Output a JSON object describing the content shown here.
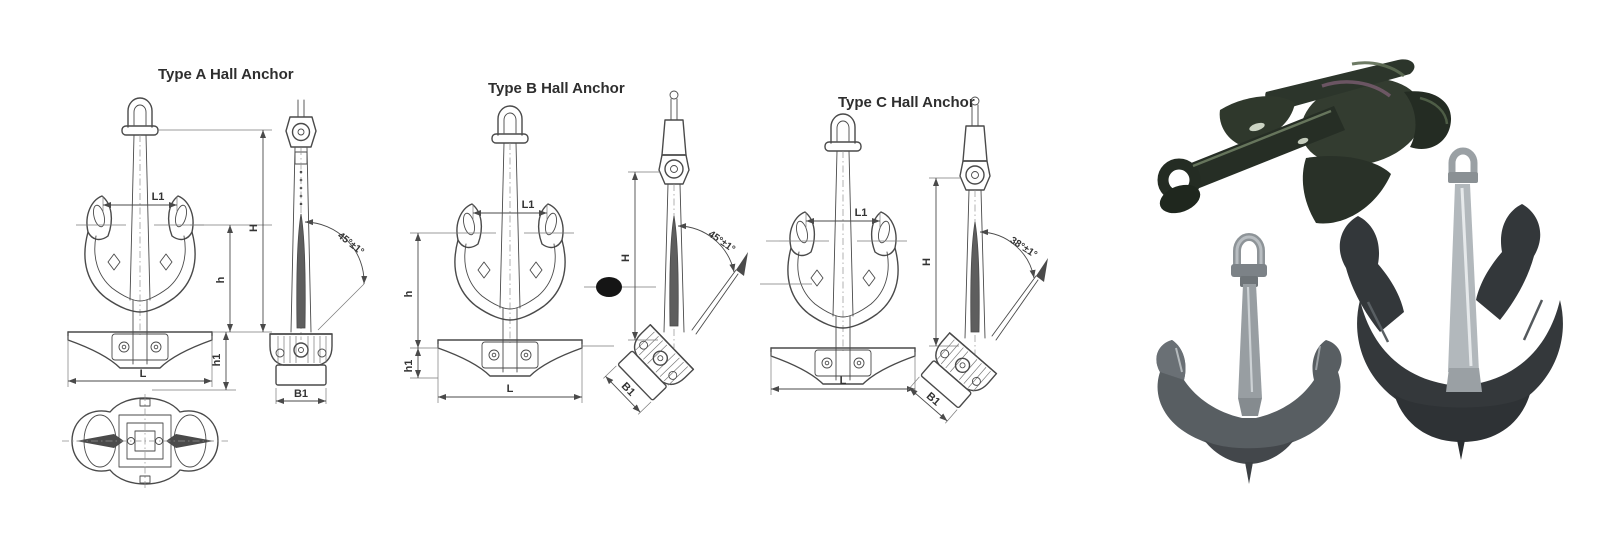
{
  "page": {
    "background": "#ffffff"
  },
  "style": {
    "line_color": "#4a4a4a",
    "label_color": "#333333",
    "title_color": "#2e2e2e"
  },
  "drawings": [
    {
      "title": "Type A Hall Anchor",
      "front": {
        "L1": "L1",
        "H": "H",
        "h": "h",
        "h1": "h1",
        "L": "L"
      },
      "side": {
        "angle": "45°±1°",
        "B1": "B1"
      }
    },
    {
      "title": "Type B Hall Anchor",
      "front": {
        "L1": "L1",
        "h": "h",
        "h1": "h1",
        "L": "L"
      },
      "side": {
        "H": "H",
        "angle": "45°±1°",
        "B1": "B1"
      }
    },
    {
      "title": "Type C Hall Anchor",
      "front": {
        "L1": "L1",
        "L": "L"
      },
      "side": {
        "H": "H",
        "angle": "38°±1°",
        "B1": "B1"
      }
    }
  ],
  "photos": [
    {
      "name": "hall-anchor-photo-lying",
      "dominant_color": "#2e362b"
    },
    {
      "name": "hall-anchor-photo-standing-small",
      "dominant_color": "#8f959a"
    },
    {
      "name": "hall-anchor-photo-standing-large",
      "dominant_color": "#36393c"
    }
  ]
}
